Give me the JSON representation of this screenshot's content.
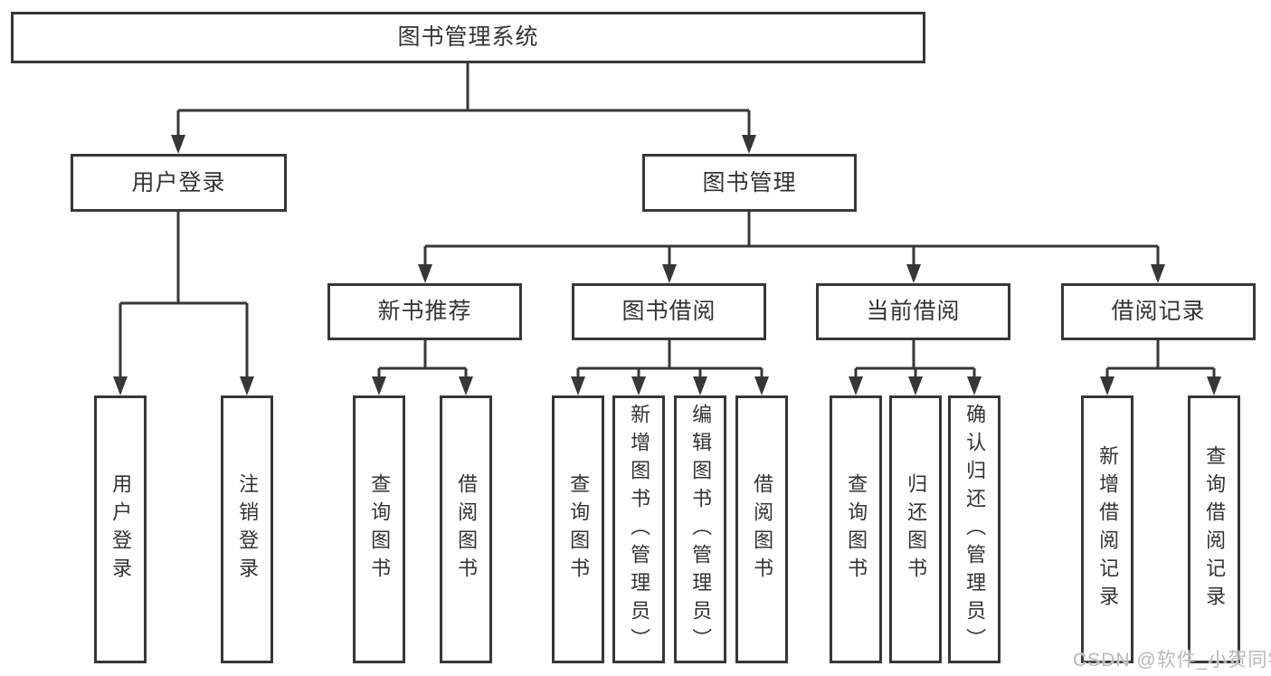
{
  "tree": {
    "root": {
      "label": "图书管理系统"
    },
    "branches": [
      {
        "label": "用户登录",
        "children": [
          {
            "label": "用户登录"
          },
          {
            "label": "注销登录"
          }
        ]
      },
      {
        "label": "图书管理",
        "children": [
          {
            "label": "新书推荐",
            "children": [
              {
                "label": "查询图书"
              },
              {
                "label": "借阅图书"
              }
            ]
          },
          {
            "label": "图书借阅",
            "children": [
              {
                "label": "查询图书"
              },
              {
                "label": "新增图书（管理员）"
              },
              {
                "label": "编辑图书（管理员）"
              },
              {
                "label": "借阅图书"
              }
            ]
          },
          {
            "label": "当前借阅",
            "children": [
              {
                "label": "查询图书"
              },
              {
                "label": "归还图书"
              },
              {
                "label": "确认归还（管理员）"
              }
            ]
          },
          {
            "label": "借阅记录",
            "children": [
              {
                "label": "新增借阅记录"
              },
              {
                "label": "查询借阅记录"
              }
            ]
          }
        ]
      }
    ]
  },
  "watermark": {
    "text": "CSDN @软件_小贺同学"
  },
  "colors": {
    "line": "#373737",
    "border": "#373737",
    "text": "#333333",
    "background": "#ffffff",
    "watermark": "#b9b9b9"
  }
}
